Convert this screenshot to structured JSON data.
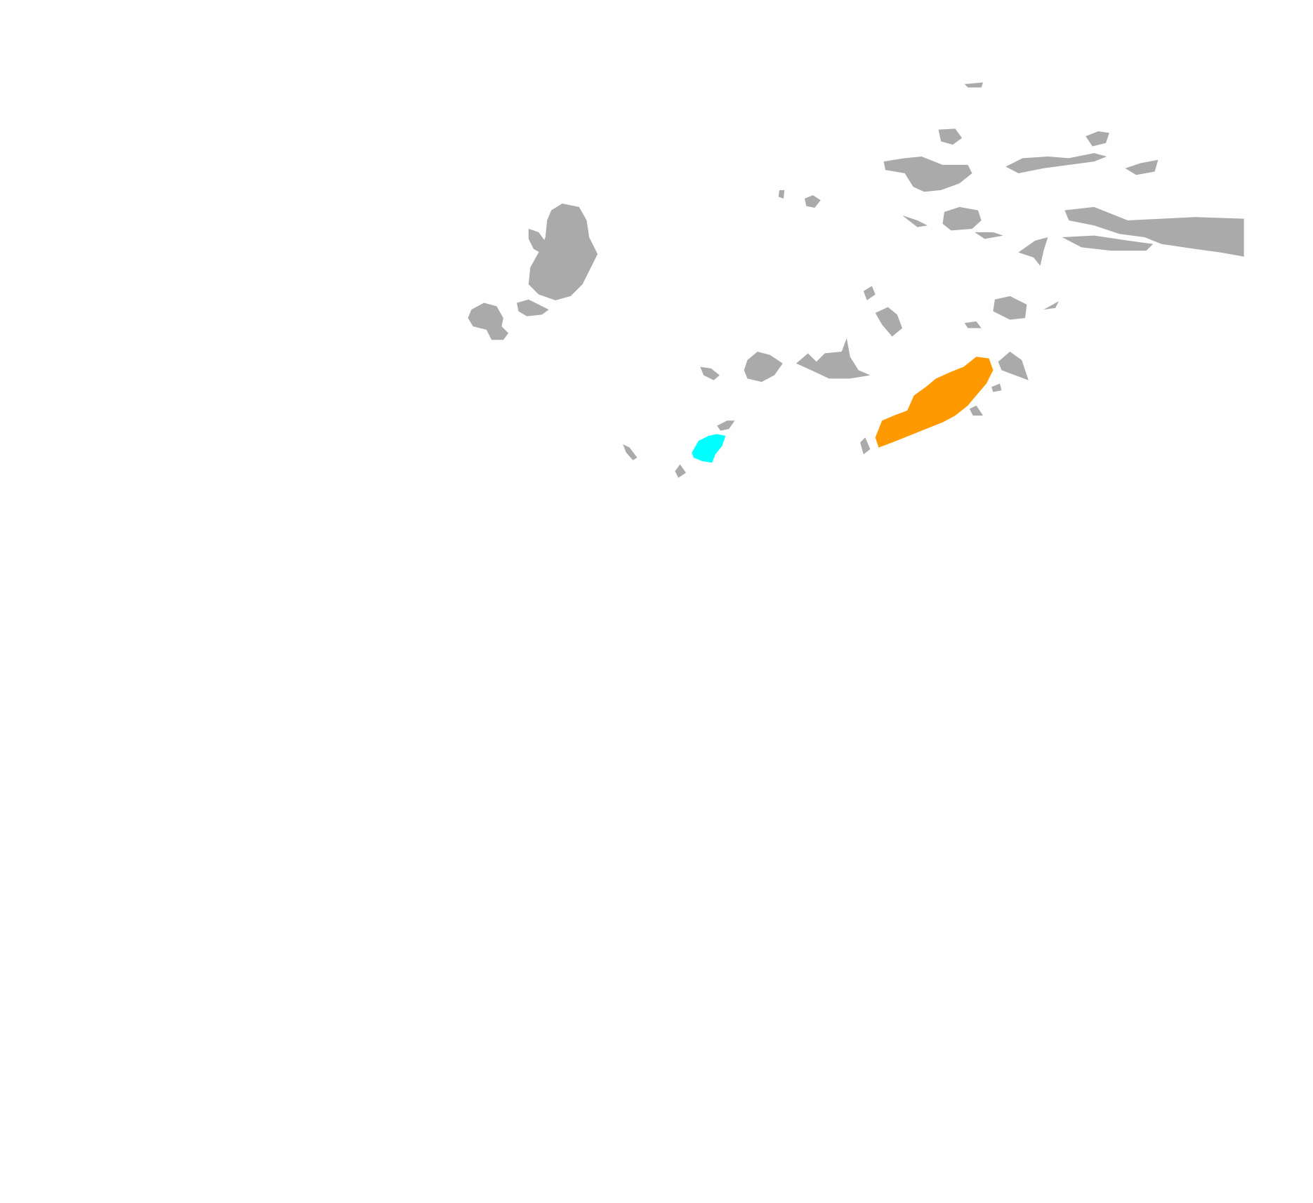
{
  "map": {
    "colors": {
      "background": "#fefefe",
      "land": "#aaaaaa",
      "highlight_primary": "#ff9900",
      "highlight_secondary": "#00ffff"
    },
    "features": [
      {
        "name": "large-landmass",
        "style": "land"
      },
      {
        "name": "north-east-islands",
        "style": "land"
      },
      {
        "name": "central-islands",
        "style": "land"
      },
      {
        "name": "highlighted-region-orange",
        "style": "highlight_primary"
      },
      {
        "name": "highlighted-region-cyan",
        "style": "highlight_secondary"
      }
    ]
  }
}
